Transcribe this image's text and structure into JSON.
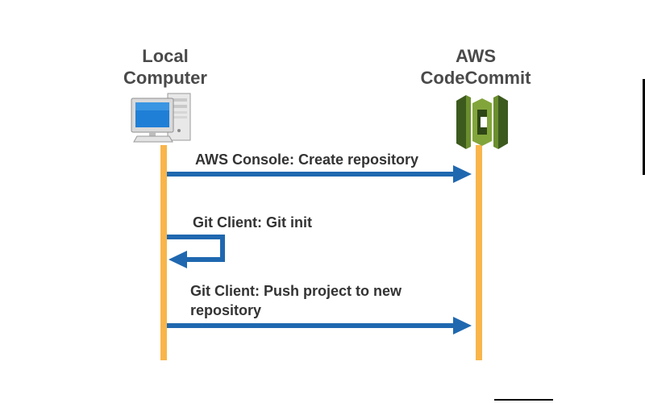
{
  "actors": {
    "left": {
      "line1": "Local",
      "line2": "Computer"
    },
    "right": {
      "line1": "AWS",
      "line2": "CodeCommit"
    }
  },
  "messages": {
    "create": "AWS Console: Create repository",
    "init": "Git Client: Git init",
    "push_line1": "Git Client: Push project to new",
    "push_line2": "repository"
  },
  "colors": {
    "lifeline": "#f9b54a",
    "arrow": "#1f68b0",
    "codecommit_dark": "#3d5a1e",
    "codecommit_mid": "#6b8e2f",
    "codecommit_light": "#82a53b",
    "monitor_screen": "#1f7fd6"
  },
  "icons": {
    "left": "desktop-computer-icon",
    "right": "aws-codecommit-icon"
  }
}
